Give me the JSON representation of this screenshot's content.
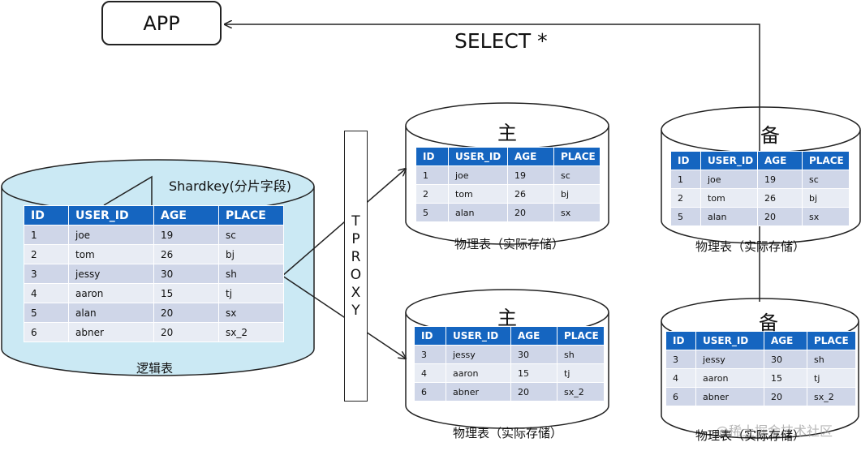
{
  "app": {
    "label": "APP"
  },
  "select": {
    "label": "SELECT *"
  },
  "proxy": {
    "letters": [
      "T",
      "P",
      "R",
      "O",
      "X",
      "Y"
    ]
  },
  "logical": {
    "caption": "逻辑表",
    "shard_label": "Shardkey(分片字段)",
    "headers": [
      "ID",
      "USER_ID",
      "AGE",
      "PLACE"
    ],
    "rows": [
      [
        "1",
        "joe",
        "19",
        "sc"
      ],
      [
        "2",
        "tom",
        "26",
        "bj"
      ],
      [
        "3",
        "jessy",
        "30",
        "sh"
      ],
      [
        "4",
        "aaron",
        "15",
        "tj"
      ],
      [
        "5",
        "alan",
        "20",
        "sx"
      ],
      [
        "6",
        "abner",
        "20",
        "sx_2"
      ]
    ]
  },
  "physical": [
    {
      "title": "主",
      "caption": "物理表（实际存储）",
      "headers": [
        "ID",
        "USER_ID",
        "AGE",
        "PLACE"
      ],
      "rows": [
        [
          "1",
          "joe",
          "19",
          "sc"
        ],
        [
          "2",
          "tom",
          "26",
          "bj"
        ],
        [
          "5",
          "alan",
          "20",
          "sx"
        ]
      ]
    },
    {
      "title": "主",
      "caption": "物理表（实际存储）",
      "headers": [
        "ID",
        "USER_ID",
        "AGE",
        "PLACE"
      ],
      "rows": [
        [
          "3",
          "jessy",
          "30",
          "sh"
        ],
        [
          "4",
          "aaron",
          "15",
          "tj"
        ],
        [
          "6",
          "abner",
          "20",
          "sx_2"
        ]
      ]
    },
    {
      "title": "备",
      "caption": "物理表（实际存储）",
      "headers": [
        "ID",
        "USER_ID",
        "AGE",
        "PLACE"
      ],
      "rows": [
        [
          "1",
          "joe",
          "19",
          "sc"
        ],
        [
          "2",
          "tom",
          "26",
          "bj"
        ],
        [
          "5",
          "alan",
          "20",
          "sx"
        ]
      ]
    },
    {
      "title": "备",
      "caption": "物理表（实际存储）",
      "headers": [
        "ID",
        "USER_ID",
        "AGE",
        "PLACE"
      ],
      "rows": [
        [
          "3",
          "jessy",
          "30",
          "sh"
        ],
        [
          "4",
          "aaron",
          "15",
          "tj"
        ],
        [
          "6",
          "abner",
          "20",
          "sx_2"
        ]
      ]
    }
  ],
  "watermark": "@稀土掘金技术社区",
  "colors": {
    "header": "#1565c0",
    "row_odd": "#cfd6e8",
    "row_even": "#e8ecf4",
    "logical_fill": "#cbe9f4"
  }
}
